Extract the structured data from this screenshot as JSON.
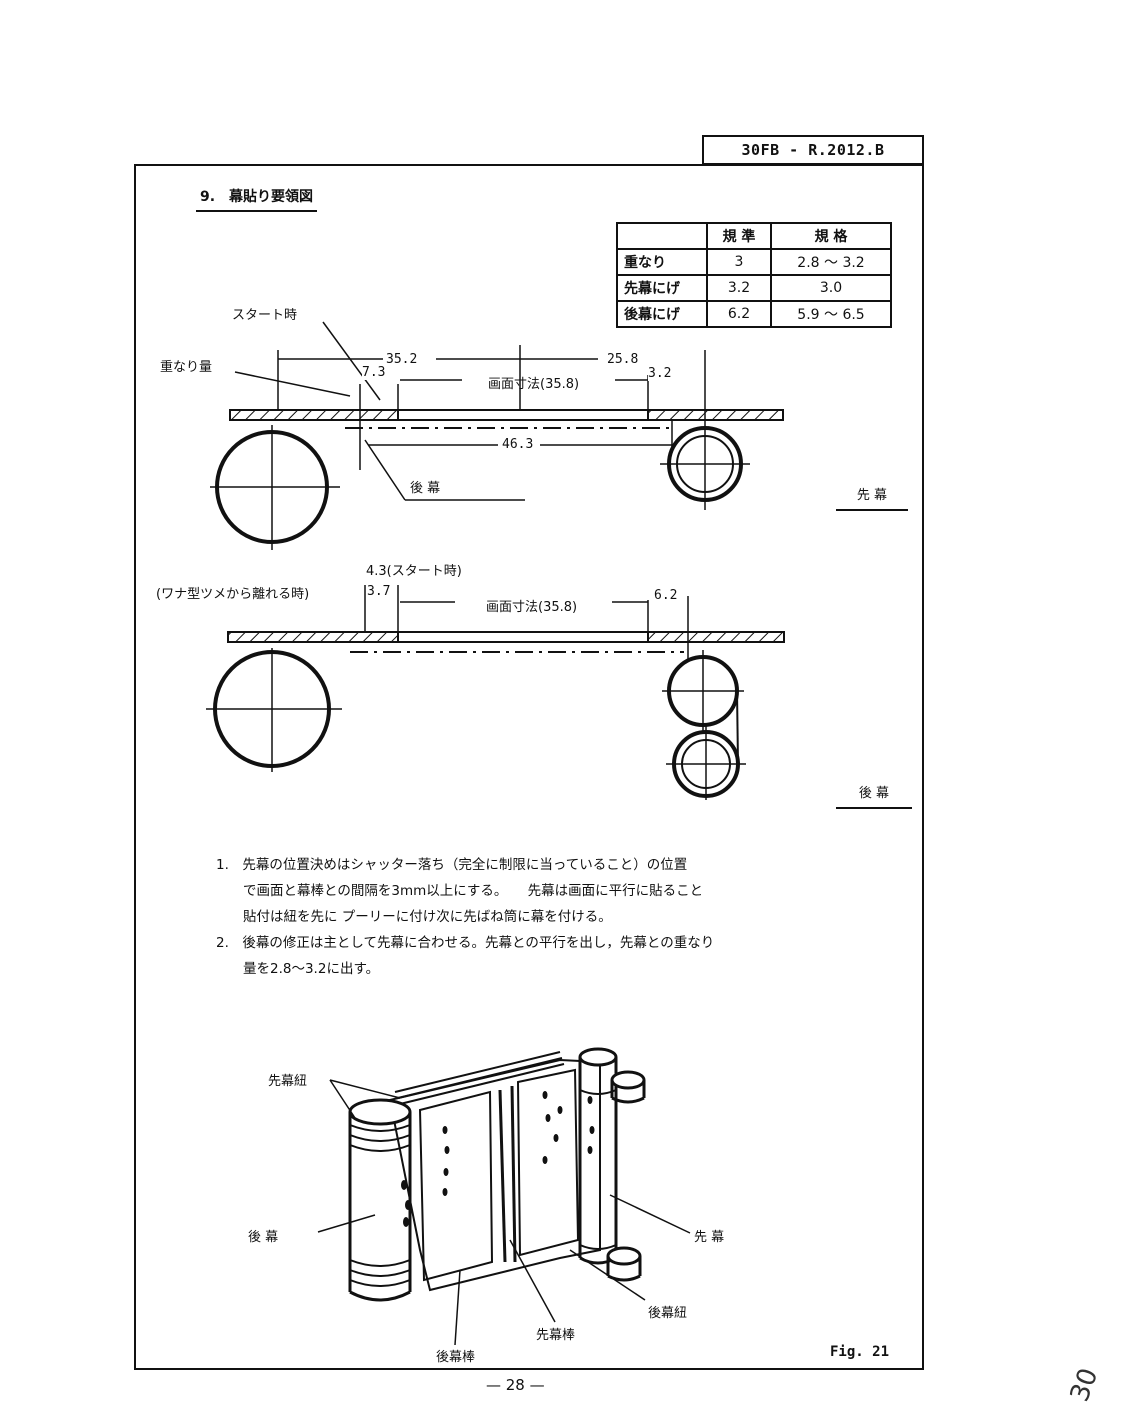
{
  "doc_ref": "30FB - R.2012.B",
  "section_title": "9.　幕貼り要領図",
  "spec_table": {
    "headers": [
      "",
      "規 準",
      "規 格"
    ],
    "rows": [
      {
        "label": "重なり",
        "standard": "3",
        "spec": "2.8 ～ 3.2"
      },
      {
        "label": "先幕にげ",
        "standard": "3.2",
        "spec": "3.0"
      },
      {
        "label": "後幕にげ",
        "standard": "6.2",
        "spec": "5.9 ～ 6.5"
      }
    ]
  },
  "diagram1": {
    "start_label": "スタート時",
    "overlap_label": "重なり量",
    "dim_7_3": "7.3",
    "dim_35_2": "35.2",
    "dim_25_8": "25.8",
    "dim_3_2": "3.2",
    "screen_size": "画面寸法(35.8)",
    "dim_46_3": "46.3",
    "rear_label": "後 幕",
    "caption": "先 幕"
  },
  "diagram2": {
    "start_label": "4.3(スタート時)",
    "pawl_label": "(ワナ型ツメから離れる時)",
    "dim_3_7": "3.7",
    "screen_size": "画面寸法(35.8)",
    "dim_6_2": "6.2",
    "caption": "後 幕"
  },
  "notes": [
    "1.　先幕の位置決めはシャッター落ち（完全に制限に当っていること）の位置",
    "　　で画面と幕棒との間隔を3mm以上にする。　　先幕は画面に平行に貼ること",
    "　　貼付は紐を先に プーリーに付け次に先ばね筒に幕を付ける。",
    "2.　後幕の修正は主として先幕に合わせる。先幕との平行を出し，先幕との重なり",
    "　　量を2.8～3.2に出す。"
  ],
  "illustration": {
    "label_front_string": "先幕紐",
    "label_rear_curtain": "後 幕",
    "label_front_curtain": "先 幕",
    "label_rear_string": "後幕紐",
    "label_front_bar": "先幕棒",
    "label_rear_bar": "後幕棒"
  },
  "figure_label": "Fig. 21",
  "page_number": "— 28 —",
  "handwritten": "30"
}
